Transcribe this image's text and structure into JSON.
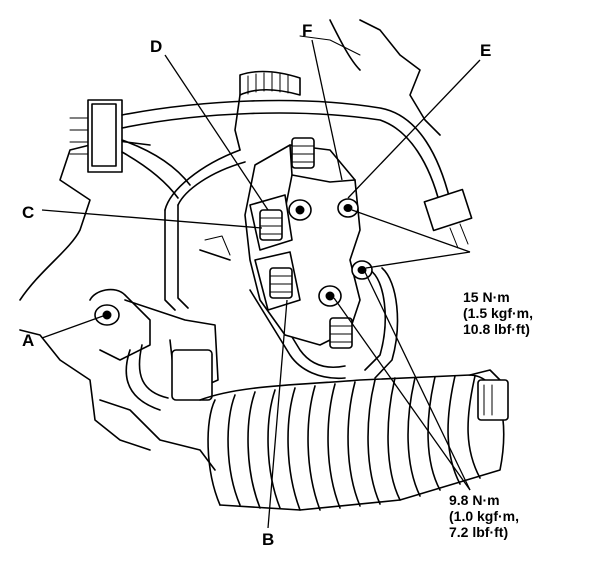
{
  "labels": {
    "a": "A",
    "b": "B",
    "c": "C",
    "d": "D",
    "e": "E",
    "f": "F"
  },
  "torque_upper": {
    "line1": "15 N·m",
    "line2": "(1.5 kgf·m,",
    "line3": "10.8 lbf·ft)"
  },
  "torque_lower": {
    "line1": "9.8 N·m",
    "line2": "(1.0 kgf·m,",
    "line3": "7.2 lbf·ft)"
  }
}
